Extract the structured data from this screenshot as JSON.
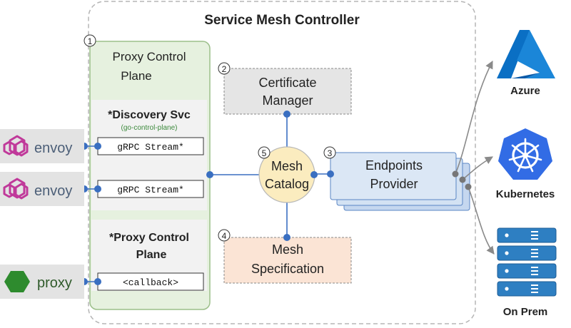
{
  "title": "Service Mesh Controller",
  "steps": {
    "proxy_control_plane": "1",
    "certificate_manager": "2",
    "endpoints_provider": "3",
    "mesh_specification": "4",
    "mesh_catalog": "5"
  },
  "proxy_control_plane": {
    "title_line1": "Proxy Control",
    "title_line2": "Plane",
    "discovery_title": "*Discovery Svc",
    "discovery_subtitle": "(go-control-plane)",
    "grpc_stream_1": "gRPC Stream*",
    "grpc_stream_2": "gRPC Stream*",
    "proxy_cp_title_line1": "*Proxy Control",
    "proxy_cp_title_line2": "Plane",
    "callback": "<callback>"
  },
  "certificate_manager": {
    "line1": "Certificate",
    "line2": "Manager"
  },
  "mesh_catalog": {
    "line1": "Mesh",
    "line2": "Catalog"
  },
  "endpoints_provider": {
    "line1": "Endpoints",
    "line2": "Provider"
  },
  "mesh_specification": {
    "line1": "Mesh",
    "line2": "Specification"
  },
  "proxies": [
    {
      "label": "envoy"
    },
    {
      "label": "envoy"
    },
    {
      "label": "proxy"
    }
  ],
  "providers": {
    "azure": "Azure",
    "kubernetes": "Kubernetes",
    "on_prem": "On Prem"
  },
  "colors": {
    "pcp_fill": "#e6f1df",
    "pcp_border": "#9cbf8a",
    "cert_fill": "#e5e5e5",
    "catalog_fill": "#fbecbf",
    "endpoints_fill": "#dbe7f5",
    "spec_fill": "#fbe4d5",
    "connector_dot": "#3a6fc1",
    "envoy_pink": "#c0399a",
    "proxy_green": "#2e8b2e",
    "azure_blue": "#0a6fc4",
    "k8s_blue": "#326ce5",
    "server_blue": "#2e7fc2"
  }
}
